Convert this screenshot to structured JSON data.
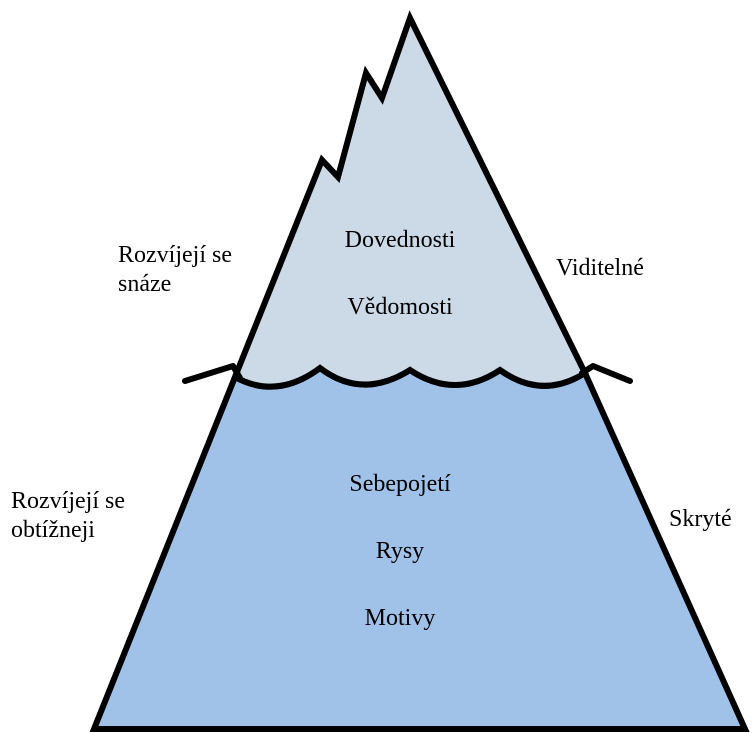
{
  "colors": {
    "above_water": "#ccd9e6",
    "below_water": "#a0c1e8",
    "outline": "#000000",
    "text": "#000000"
  },
  "above": {
    "side_label_lines": [
      "Rozvíjejí se",
      "snáze"
    ],
    "visibility_label": "Viditelné",
    "items": [
      "Dovednosti",
      "Vědomosti"
    ]
  },
  "below": {
    "side_label_lines": [
      "Rozvíjejí se",
      "obtížneji"
    ],
    "visibility_label": "Skryté",
    "items": [
      "Sebepojetí",
      "Rysy",
      "Motivy"
    ]
  }
}
